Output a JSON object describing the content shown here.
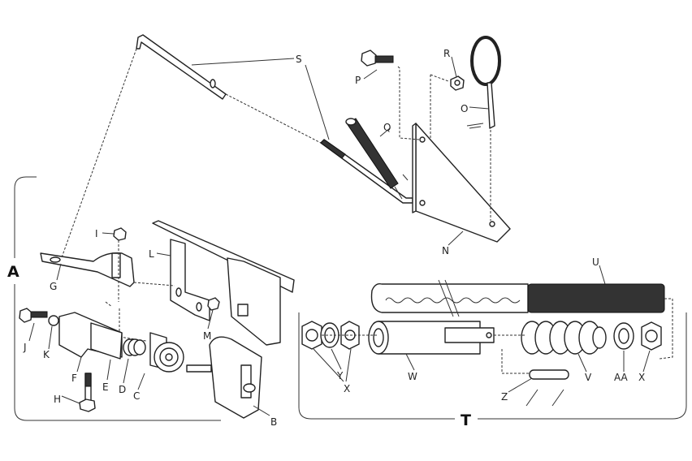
{
  "diagram": {
    "title_groups": {
      "left_assembly": "A",
      "right_assembly": "T"
    },
    "labels": {
      "S": "S",
      "P": "P",
      "R": "R",
      "O": "O",
      "Q": "Q",
      "N": "N",
      "U": "U",
      "I": "I",
      "L": "L",
      "G": "G",
      "M": "M",
      "J": "J",
      "K": "K",
      "F": "F",
      "E": "E",
      "D": "D",
      "C": "C",
      "H": "H",
      "B": "B",
      "X1": "X",
      "Y": "Y",
      "W": "W",
      "V": "V",
      "Z": "Z",
      "AA": "AA",
      "X2": "X"
    }
  }
}
